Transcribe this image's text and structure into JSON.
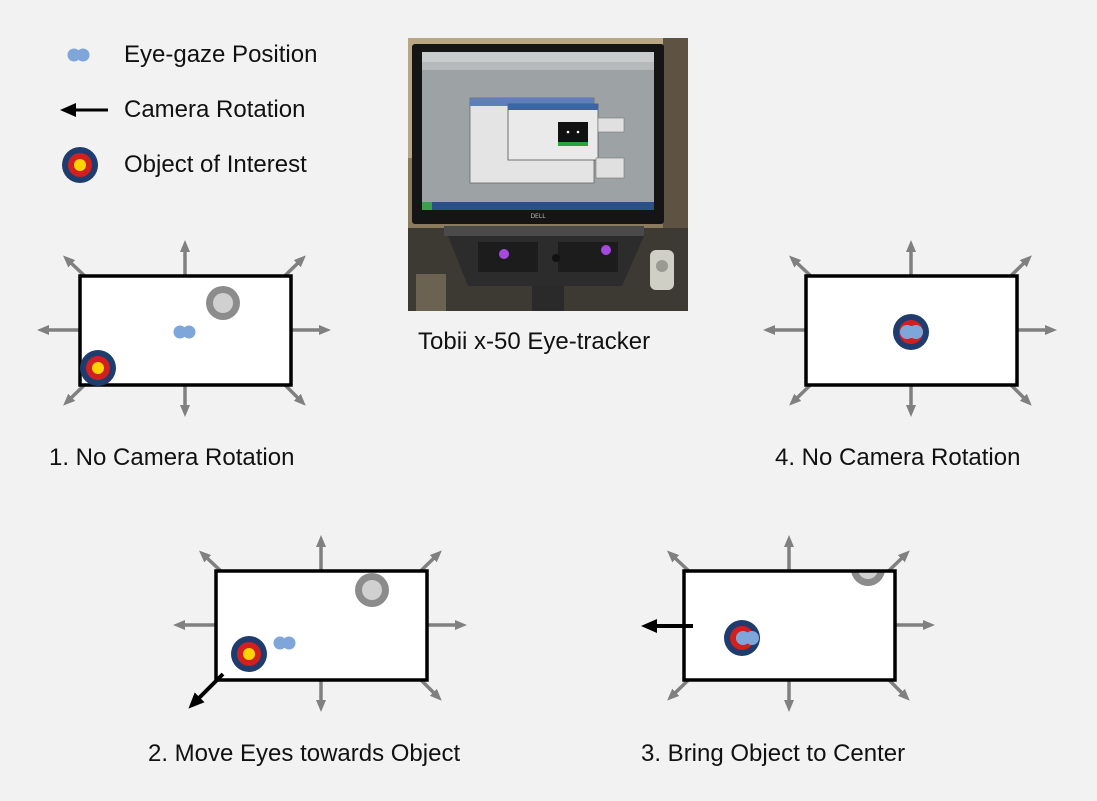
{
  "legend": {
    "eye_gaze_label": "Eye-gaze Position",
    "camera_rotation_label": "Camera Rotation",
    "object_label": "Object of Interest"
  },
  "photo": {
    "caption": "Tobii x-50 Eye-tracker",
    "bezel_brand": "DELL"
  },
  "panels": {
    "p1": {
      "caption": "1. No Camera Rotation"
    },
    "p2": {
      "caption": "2. Move Eyes towards Object"
    },
    "p3": {
      "caption": "3. Bring Object to Center"
    },
    "p4": {
      "caption": "4. No Camera Rotation"
    }
  },
  "colors": {
    "background": "#f2f2f2",
    "gaze": "#7fa6db",
    "arrow_gray": "#808080",
    "arrow_black": "#000000",
    "target_outer": "#1e3c6e",
    "target_mid": "#d21f1f",
    "target_inner": "#ffd400",
    "distractor_outer": "#8c8c8c",
    "distractor_inner": "#d0d0d0"
  }
}
